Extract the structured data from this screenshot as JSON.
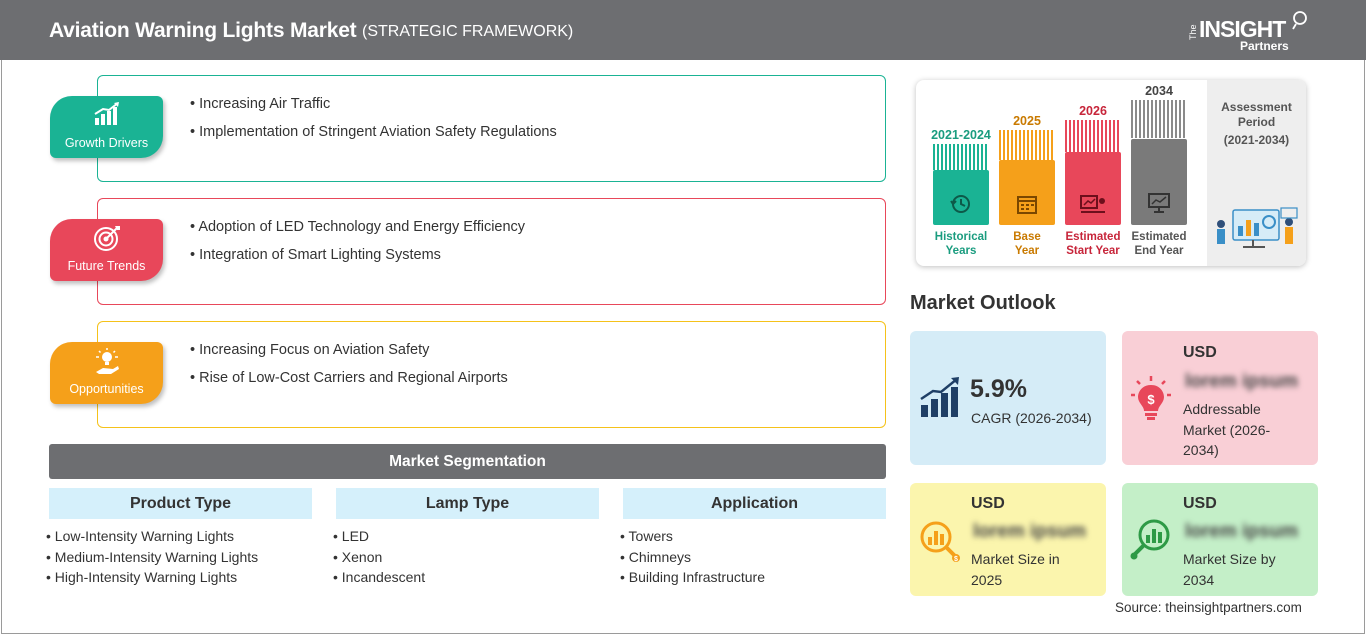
{
  "header": {
    "title": "Aviation Warning Lights Market",
    "subtitle": "(STRATEGIC FRAMEWORK)",
    "logo": {
      "the": "The",
      "insight": "INSIGHT",
      "partners": "Partners"
    }
  },
  "framework": {
    "growth_drivers": {
      "label": "Growth Drivers",
      "color": "#1ab394",
      "icon": "growth-chart-icon",
      "items": [
        "Increasing Air Traffic",
        "Implementation of Stringent Aviation Safety Regulations"
      ]
    },
    "future_trends": {
      "label": "Future Trends",
      "color": "#e8475a",
      "icon": "target-icon",
      "items": [
        "Adoption of LED Technology and Energy Efficiency",
        "Integration of Smart Lighting Systems"
      ]
    },
    "opportunities": {
      "label": "Opportunities",
      "color": "#f5a01a",
      "icon": "lightbulb-hand-icon",
      "items": [
        "Increasing Focus on Aviation Safety",
        "Rise of Low-Cost Carriers and Regional Airports"
      ]
    }
  },
  "segmentation": {
    "title": "Market Segmentation",
    "columns": [
      {
        "heading": "Product Type",
        "items": [
          "Low-Intensity Warning Lights",
          "Medium-Intensity Warning Lights",
          "High-Intensity Warning Lights"
        ]
      },
      {
        "heading": "Lamp Type",
        "items": [
          "LED",
          "Xenon",
          "Incandescent"
        ]
      },
      {
        "heading": "Application",
        "items": [
          "Towers",
          "Chimneys",
          "Building Infrastructure"
        ]
      }
    ]
  },
  "timeline": {
    "historical": {
      "year": "2021-2024",
      "line1": "Historical",
      "line2": "Years",
      "color": "#1ab394"
    },
    "base": {
      "year": "2025",
      "line1": "Base",
      "line2": "Year",
      "color": "#f5a01a"
    },
    "start": {
      "year": "2026",
      "line1": "Estimated",
      "line2": "Start Year",
      "color": "#e8475a"
    },
    "end": {
      "year": "2034",
      "line1": "Estimated",
      "line2": "End Year",
      "color": "#7a7a7a"
    },
    "assessment": {
      "line1": "Assessment",
      "line2": "Period",
      "range": "(2021-2034)"
    }
  },
  "outlook": {
    "title": "Market Outlook",
    "cagr": {
      "value": "5.9%",
      "label": "CAGR (2026-2034)"
    },
    "addressable": {
      "usd": "USD",
      "value": "lorem ipsum",
      "line1": "Addressable",
      "line2": "Market (2026-",
      "line3": "2034)"
    },
    "size_2025": {
      "usd": "USD",
      "value": "lorem ipsum",
      "line1": "Market Size in",
      "line2": "2025"
    },
    "size_2034": {
      "usd": "USD",
      "value": "lorem ipsum",
      "line1": "Market Size by",
      "line2": "2034"
    }
  },
  "source": "Source: theinsightpartners.com"
}
